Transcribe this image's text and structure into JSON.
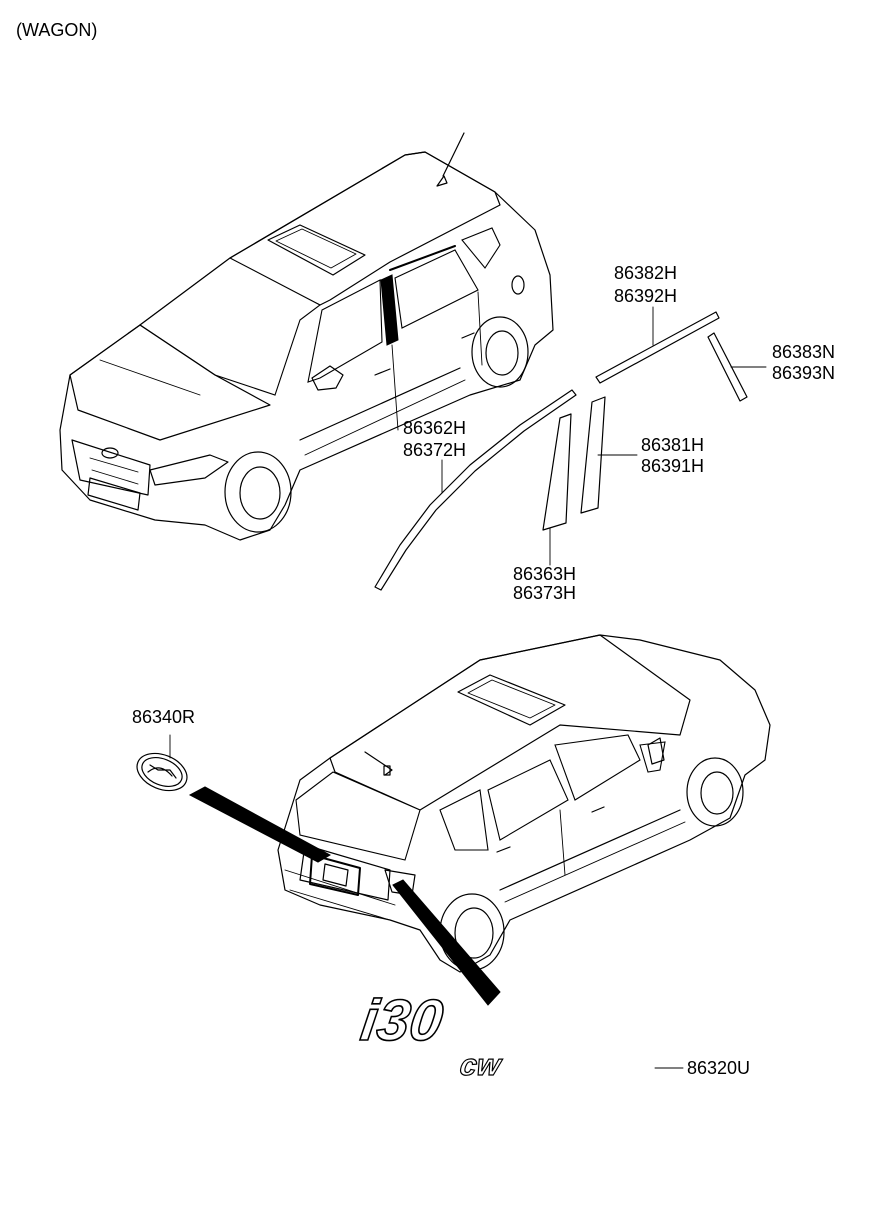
{
  "diagram": {
    "header": "(WAGON)",
    "parts": {
      "p86382": [
        "86382H",
        "86392H"
      ],
      "p86383": [
        "86383N",
        "86393N"
      ],
      "p86362": [
        "86362H",
        "86372H"
      ],
      "p86381": [
        "86381H",
        "86391H"
      ],
      "p86363": [
        "86363H",
        "86373H"
      ],
      "p86340": [
        "86340R"
      ],
      "p86320": [
        "86320U"
      ]
    },
    "emblem_text": "i30",
    "emblem_suffix": "cw"
  }
}
